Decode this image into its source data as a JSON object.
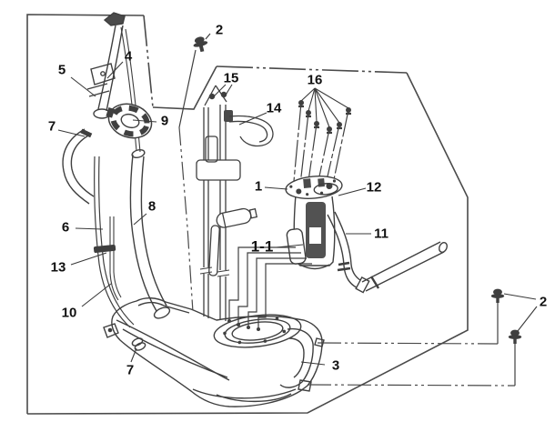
{
  "diagram": {
    "kind": "exploded-parts-diagram",
    "background_color": "#ffffff",
    "line_color": "#3f3f3f",
    "label_color": "#111111",
    "callouts": [
      {
        "text": "2"
      },
      {
        "text": "4"
      },
      {
        "text": "5"
      },
      {
        "text": "9"
      },
      {
        "text": "7"
      },
      {
        "text": "15"
      },
      {
        "text": "14"
      },
      {
        "text": "16"
      },
      {
        "text": "1"
      },
      {
        "text": "12"
      },
      {
        "text": "8"
      },
      {
        "text": "6"
      },
      {
        "text": "11"
      },
      {
        "text": "1-1"
      },
      {
        "text": "13"
      },
      {
        "text": "10"
      },
      {
        "text": "7"
      },
      {
        "text": "3"
      },
      {
        "text": "2"
      }
    ]
  }
}
